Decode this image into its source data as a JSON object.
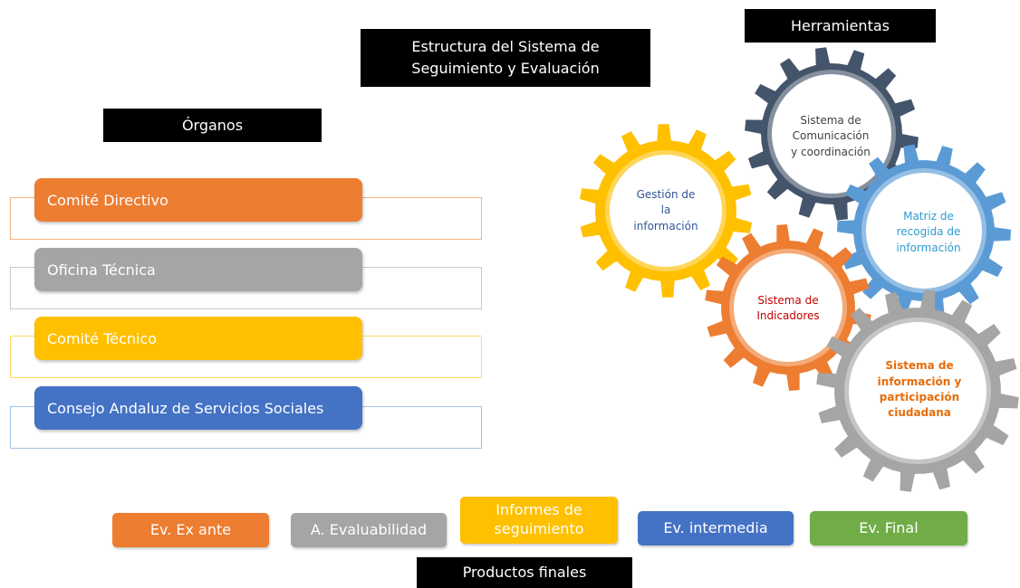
{
  "title": {
    "lines": [
      "Estructura del Sistema de",
      "Seguimiento y Evaluación"
    ]
  },
  "organos": {
    "heading": "Órganos",
    "items": [
      {
        "label": "Comité Directivo",
        "color": "#ED7D31",
        "outline": "#F4B183"
      },
      {
        "label": "Oficina Técnica",
        "color": "#A5A5A5",
        "outline": "#C9C9C9"
      },
      {
        "label": "Comité Técnico",
        "color": "#FFC000",
        "outline": "#FFD966"
      },
      {
        "label": "Consejo Andaluz de Servicios Sociales",
        "color": "#4472C4",
        "outline": "#9DC3E6"
      }
    ]
  },
  "herramientas": {
    "heading": "Herramientas",
    "gears": [
      {
        "lines": [
          "Sistema de",
          "Comunicación",
          "y coordinación"
        ],
        "color": "#44546A",
        "text_color": "#404040"
      },
      {
        "lines": [
          "Gestión de",
          "la",
          "información"
        ],
        "color": "#FFC000",
        "text_color": "#2F5597"
      },
      {
        "lines": [
          "Matriz de",
          "recogida de",
          "información"
        ],
        "color": "#5B9BD5",
        "text_color": "#2E9BCF"
      },
      {
        "lines": [
          "Sistema de",
          "Indicadores"
        ],
        "color": "#ED7D31",
        "text_color": "#C00000"
      },
      {
        "lines": [
          "Sistema de",
          "información  y",
          "participación",
          "ciudadana"
        ],
        "color": "#A5A5A5",
        "text_color": "#E46C0A"
      }
    ]
  },
  "productos": {
    "heading": "Productos finales",
    "items": [
      {
        "lines": [
          "Ev. Ex ante"
        ],
        "color": "#ED7D31"
      },
      {
        "lines": [
          "A. Evaluabilidad"
        ],
        "color": "#A5A5A5"
      },
      {
        "lines": [
          "Informes de",
          "seguimiento"
        ],
        "color": "#FFC000"
      },
      {
        "lines": [
          "Ev. intermedia"
        ],
        "color": "#4472C4"
      },
      {
        "lines": [
          "Ev. Final"
        ],
        "color": "#70AD47"
      }
    ]
  }
}
